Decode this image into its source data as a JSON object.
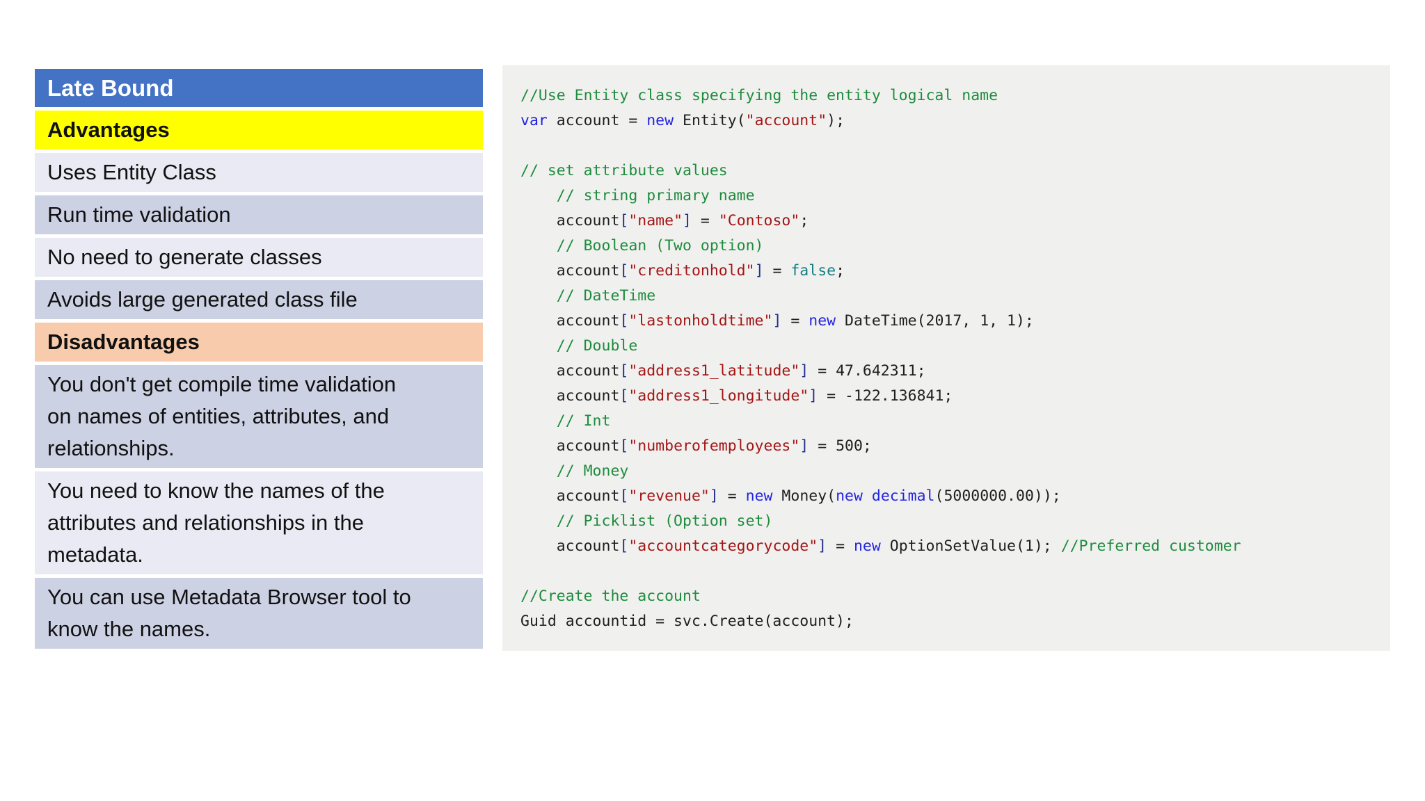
{
  "table": {
    "rows": [
      {
        "kind": "header",
        "text": "Late Bound"
      },
      {
        "kind": "advantages",
        "text": "Advantages"
      },
      {
        "kind": "light",
        "text": "Uses Entity Class"
      },
      {
        "kind": "dark",
        "text": "Run time validation"
      },
      {
        "kind": "light",
        "text": "No need to generate classes"
      },
      {
        "kind": "dark",
        "text": "Avoids large generated class file"
      },
      {
        "kind": "disadvantages",
        "text": "Disadvantages"
      },
      {
        "kind": "dark",
        "text": "You don't get compile time validation\non names of entities, attributes, and\nrelationships."
      },
      {
        "kind": "light",
        "text": "You need to know the names of the\nattributes and relationships in the\nmetadata."
      },
      {
        "kind": "dark",
        "text": "You can use Metadata Browser tool to\nknow the names."
      }
    ]
  },
  "code": {
    "lines": [
      [
        {
          "c": "cm",
          "t": "//Use Entity class specifying the entity logical name"
        }
      ],
      [
        {
          "c": "kw",
          "t": "var"
        },
        {
          "c": "pl",
          "t": " account = "
        },
        {
          "c": "kw",
          "t": "new"
        },
        {
          "c": "pl",
          "t": " Entity("
        },
        {
          "c": "str",
          "t": "\"account\""
        },
        {
          "c": "pl",
          "t": ");"
        }
      ],
      [],
      [
        {
          "c": "cm",
          "t": "// set attribute values"
        }
      ],
      [
        {
          "c": "pl",
          "t": "    "
        },
        {
          "c": "cm",
          "t": "// string primary name"
        }
      ],
      [
        {
          "c": "pl",
          "t": "    account"
        },
        {
          "c": "br",
          "t": "["
        },
        {
          "c": "str",
          "t": "\"name\""
        },
        {
          "c": "br",
          "t": "]"
        },
        {
          "c": "pl",
          "t": " = "
        },
        {
          "c": "str",
          "t": "\"Contoso\""
        },
        {
          "c": "pl",
          "t": ";"
        }
      ],
      [
        {
          "c": "pl",
          "t": "    "
        },
        {
          "c": "cm",
          "t": "// Boolean (Two option)"
        }
      ],
      [
        {
          "c": "pl",
          "t": "    account"
        },
        {
          "c": "br",
          "t": "["
        },
        {
          "c": "str",
          "t": "\"creditonhold\""
        },
        {
          "c": "br",
          "t": "]"
        },
        {
          "c": "pl",
          "t": " = "
        },
        {
          "c": "bool",
          "t": "false"
        },
        {
          "c": "pl",
          "t": ";"
        }
      ],
      [
        {
          "c": "pl",
          "t": "    "
        },
        {
          "c": "cm",
          "t": "// DateTime"
        }
      ],
      [
        {
          "c": "pl",
          "t": "    account"
        },
        {
          "c": "br",
          "t": "["
        },
        {
          "c": "str",
          "t": "\"lastonholdtime\""
        },
        {
          "c": "br",
          "t": "]"
        },
        {
          "c": "pl",
          "t": " = "
        },
        {
          "c": "kw",
          "t": "new"
        },
        {
          "c": "pl",
          "t": " DateTime(2017, 1, 1);"
        }
      ],
      [
        {
          "c": "pl",
          "t": "    "
        },
        {
          "c": "cm",
          "t": "// Double"
        }
      ],
      [
        {
          "c": "pl",
          "t": "    account"
        },
        {
          "c": "br",
          "t": "["
        },
        {
          "c": "str",
          "t": "\"address1_latitude\""
        },
        {
          "c": "br",
          "t": "]"
        },
        {
          "c": "pl",
          "t": " = 47.642311;"
        }
      ],
      [
        {
          "c": "pl",
          "t": "    account"
        },
        {
          "c": "br",
          "t": "["
        },
        {
          "c": "str",
          "t": "\"address1_longitude\""
        },
        {
          "c": "br",
          "t": "]"
        },
        {
          "c": "pl",
          "t": " = -122.136841;"
        }
      ],
      [
        {
          "c": "pl",
          "t": "    "
        },
        {
          "c": "cm",
          "t": "// Int"
        }
      ],
      [
        {
          "c": "pl",
          "t": "    account"
        },
        {
          "c": "br",
          "t": "["
        },
        {
          "c": "str",
          "t": "\"numberofemployees\""
        },
        {
          "c": "br",
          "t": "]"
        },
        {
          "c": "pl",
          "t": " = 500;"
        }
      ],
      [
        {
          "c": "pl",
          "t": "    "
        },
        {
          "c": "cm",
          "t": "// Money"
        }
      ],
      [
        {
          "c": "pl",
          "t": "    account"
        },
        {
          "c": "br",
          "t": "["
        },
        {
          "c": "str",
          "t": "\"revenue\""
        },
        {
          "c": "br",
          "t": "]"
        },
        {
          "c": "pl",
          "t": " = "
        },
        {
          "c": "kw",
          "t": "new"
        },
        {
          "c": "pl",
          "t": " Money("
        },
        {
          "c": "kw",
          "t": "new"
        },
        {
          "c": "pl",
          "t": " "
        },
        {
          "c": "kw",
          "t": "decimal"
        },
        {
          "c": "pl",
          "t": "(5000000.00));"
        }
      ],
      [
        {
          "c": "pl",
          "t": "    "
        },
        {
          "c": "cm",
          "t": "// Picklist (Option set)"
        }
      ],
      [
        {
          "c": "pl",
          "t": "    account"
        },
        {
          "c": "br",
          "t": "["
        },
        {
          "c": "str",
          "t": "\"accountcategorycode\""
        },
        {
          "c": "br",
          "t": "]"
        },
        {
          "c": "pl",
          "t": " = "
        },
        {
          "c": "kw",
          "t": "new"
        },
        {
          "c": "pl",
          "t": " OptionSetValue(1); "
        },
        {
          "c": "cm",
          "t": "//Preferred customer"
        }
      ],
      [],
      [
        {
          "c": "cm",
          "t": "//Create the account"
        }
      ],
      [
        {
          "c": "pl",
          "t": "Guid accountid = svc.Create(account);"
        }
      ]
    ]
  },
  "colors": {
    "row": {
      "header": "#4472C4",
      "advantages": "#FFFF00",
      "disadvantages": "#F7CBAC",
      "light": "#E9EAF3",
      "dark": "#CDD1E4"
    },
    "row_text": {
      "header": "#FFFFFF",
      "default": "#111111"
    },
    "code_background": "#F0F0EF",
    "token": {
      "cm": "#1E8C3C",
      "kw": "#2424E0",
      "str": "#A31515",
      "bool": "#177E85",
      "br": "#252E8A",
      "pl": "#1F1F1F"
    }
  }
}
